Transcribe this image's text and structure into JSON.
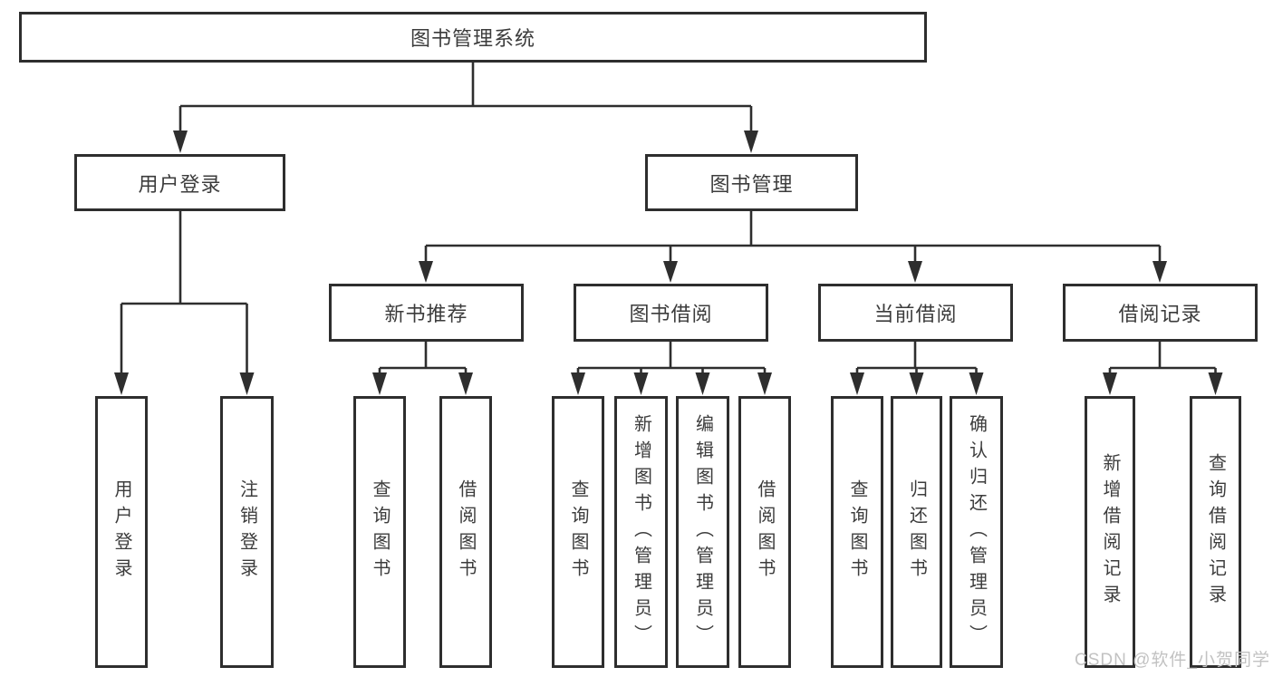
{
  "diagram": {
    "title": "图书管理系统",
    "root": {
      "label": "图书管理系统"
    },
    "level2": [
      {
        "id": "user-login",
        "label": "用户登录"
      },
      {
        "id": "book-management",
        "label": "图书管理"
      }
    ],
    "level3": [
      {
        "id": "new-book-recommend",
        "label": "新书推荐",
        "parent": "book-management"
      },
      {
        "id": "book-borrow",
        "label": "图书借阅",
        "parent": "book-management"
      },
      {
        "id": "current-borrow",
        "label": "当前借阅",
        "parent": "book-management"
      },
      {
        "id": "borrow-record",
        "label": "借阅记录",
        "parent": "book-management"
      }
    ],
    "leaves": [
      {
        "parent": "user-login",
        "label": "用户登录"
      },
      {
        "parent": "user-login",
        "label": "注销登录"
      },
      {
        "parent": "new-book-recommend",
        "label": "查询图书"
      },
      {
        "parent": "new-book-recommend",
        "label": "借阅图书"
      },
      {
        "parent": "book-borrow",
        "label": "查询图书"
      },
      {
        "parent": "book-borrow",
        "label": "新增图书（管理员）"
      },
      {
        "parent": "book-borrow",
        "label": "编辑图书（管理员）"
      },
      {
        "parent": "book-borrow",
        "label": "借阅图书"
      },
      {
        "parent": "current-borrow",
        "label": "查询图书"
      },
      {
        "parent": "current-borrow",
        "label": "归还图书"
      },
      {
        "parent": "current-borrow",
        "label": "确认归还（管理员）"
      },
      {
        "parent": "borrow-record",
        "label": "新增借阅记录"
      },
      {
        "parent": "borrow-record",
        "label": "查询借阅记录"
      }
    ]
  },
  "watermark": {
    "text": "CSDN @软件_小贺同学"
  },
  "colors": {
    "line": "#2e2e2e",
    "box_border": "#2e2e2e",
    "box_background": "#ffffff",
    "text": "#3c3c3c",
    "watermark": "#c2c2c2"
  }
}
